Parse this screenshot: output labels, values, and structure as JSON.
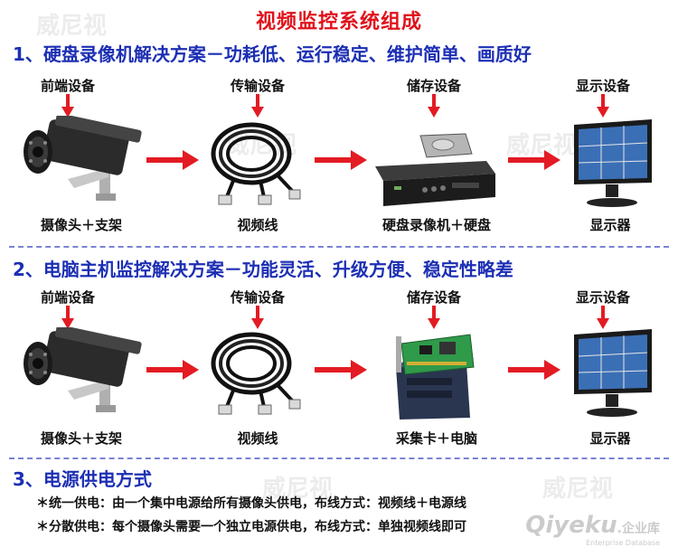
{
  "title": "视频监控系统组成",
  "watermark_text": "威尼视",
  "sections": [
    {
      "number": "1、",
      "heading": "硬盘录像机解决方案－功耗低、运行稳定、维护简单、画质好",
      "categories": [
        "前端设备",
        "传输设备",
        "储存设备",
        "显示设备"
      ],
      "items": [
        "摄像头＋支架",
        "视频线",
        "硬盘录像机＋硬盘",
        "显示器"
      ]
    },
    {
      "number": "2、",
      "heading": "电脑主机监控解决方案－功能灵活、升级方便、稳定性略差",
      "categories": [
        "前端设备",
        "传输设备",
        "储存设备",
        "显示设备"
      ],
      "items": [
        "摄像头＋支架",
        "视频线",
        "采集卡＋电脑",
        "显示器"
      ]
    }
  ],
  "power": {
    "number": "3、",
    "heading": "电源供电方式",
    "lines": [
      "＊统一供电：由一个集中电源给所有摄像头供电，布线方式：视频线＋电源线",
      "＊分散供电：每个摄像头需要一个独立电源供电，布线方式：单独视频线即可"
    ]
  },
  "logo": {
    "brand": "Qiyeku",
    "cn": ".企业库",
    "en": "Enterprise Database"
  },
  "colors": {
    "title": "#e0121b",
    "heading": "#1c2fb4",
    "arrow": "#e31b23"
  }
}
